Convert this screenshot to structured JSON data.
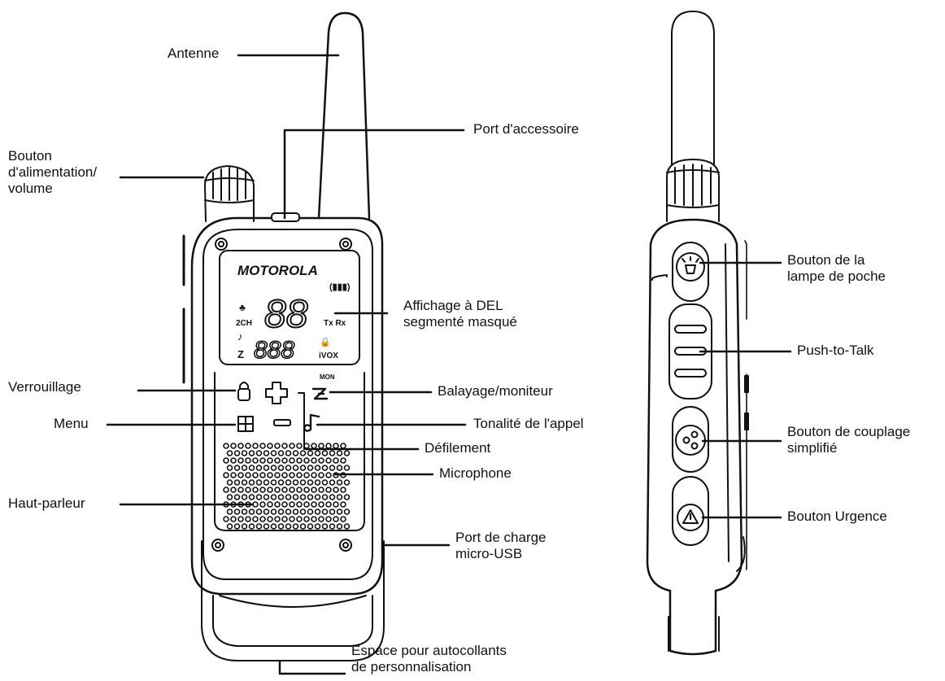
{
  "device": {
    "brand": "MOTOROLA",
    "display": {
      "channel_digits": "88",
      "lower_digits": "888",
      "channel_tag": "2CH",
      "tx_rx": "Tx Rx",
      "vox": "iVOX",
      "monitor_tag": "MON"
    }
  },
  "labels": {
    "antenne": "Antenne",
    "port_accessoire": "Port d'accessoire",
    "bouton_alimentation": [
      "Bouton",
      "d'alimentation/",
      "volume"
    ],
    "affichage": [
      "Affichage à DEL",
      "segmenté masqué"
    ],
    "verrouillage": "Verrouillage",
    "balayage": "Balayage/moniteur",
    "menu": "Menu",
    "tonalite": "Tonalité de l'appel",
    "defilement": "Défilement",
    "microphone": "Microphone",
    "haut_parleur": "Haut-parleur",
    "port_charge": [
      "Port de charge",
      "micro-USB"
    ],
    "espace": [
      "Espace pour autocollants",
      "de personnalisation"
    ],
    "lampe": [
      "Bouton de la",
      "lampe de poche"
    ],
    "ptt": "Push-to-Talk",
    "couplage": [
      "Bouton de couplage",
      "simplifié"
    ],
    "urgence": "Bouton Urgence"
  }
}
